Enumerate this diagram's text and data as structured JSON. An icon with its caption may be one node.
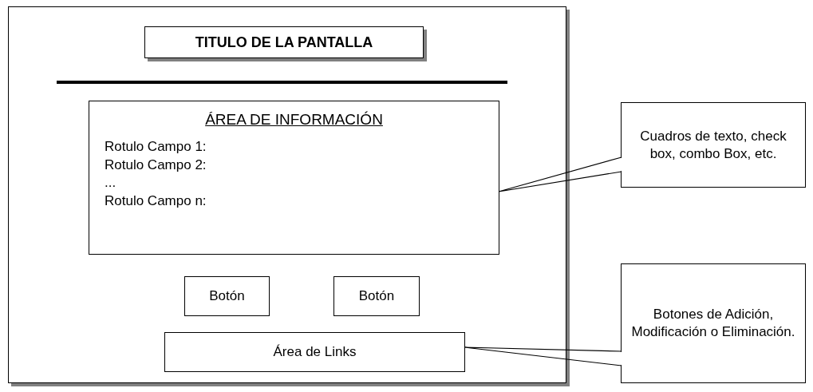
{
  "diagram": {
    "nodes": [
      {
        "text": [],
        "shape": "box"
      },
      {
        "text": [
          "TITULO DE LA PANTALLA"
        ],
        "in": 0
      },
      {
        "text": [
          "ÁREA DE INFORMACIÓN",
          "Rotulo Campo 1:",
          "Rotulo Campo 2:",
          "...",
          "Rotulo Campo n:"
        ],
        "in": 0
      },
      {
        "text": [
          "Botón"
        ],
        "in": 0
      },
      {
        "text": [
          "Botón"
        ],
        "in": 0
      },
      {
        "text": [
          "Área de Links"
        ],
        "in": 0
      },
      {
        "text": [
          "Cuadros de texto, check box, combo Box, etc."
        ]
      },
      {
        "text": [
          "Botones de Adición, Modificación o Eliminación."
        ]
      }
    ],
    "edges": [
      {
        "from": 6,
        "to": 2,
        "arrow": "none"
      },
      {
        "from": 7,
        "to": 5,
        "arrow": "none"
      }
    ]
  }
}
